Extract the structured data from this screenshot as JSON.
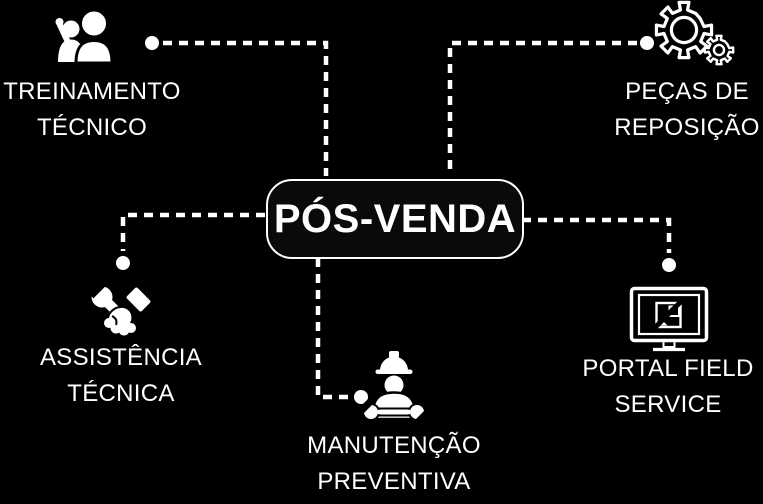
{
  "colors": {
    "background": "#000000",
    "foreground": "#ffffff"
  },
  "center": {
    "label": "PÓS-VENDA"
  },
  "nodes": [
    {
      "id": "treinamento-tecnico",
      "icon": "training-people-icon",
      "position": "top-left",
      "lines": [
        "TREINAMENTO",
        "TÉCNICO"
      ]
    },
    {
      "id": "pecas-de-reposicao",
      "icon": "gears-icon",
      "position": "top-right",
      "lines": [
        "PEÇAS DE",
        "REPOSIÇÃO"
      ]
    },
    {
      "id": "assistencia-tecnica",
      "icon": "hand-holding-wrench-icon",
      "position": "middle-left",
      "lines": [
        "ASSISTÊNCIA",
        "TÉCNICA"
      ]
    },
    {
      "id": "manutencao-preventiva",
      "icon": "maintenance-worker-icon",
      "position": "bottom-center",
      "lines": [
        "MANUTENÇÃO",
        "PREVENTIVA"
      ]
    },
    {
      "id": "portal-field-service",
      "icon": "monitor-icon",
      "position": "middle-right",
      "lines": [
        "PORTAL FIELD",
        "SERVICE"
      ]
    }
  ]
}
